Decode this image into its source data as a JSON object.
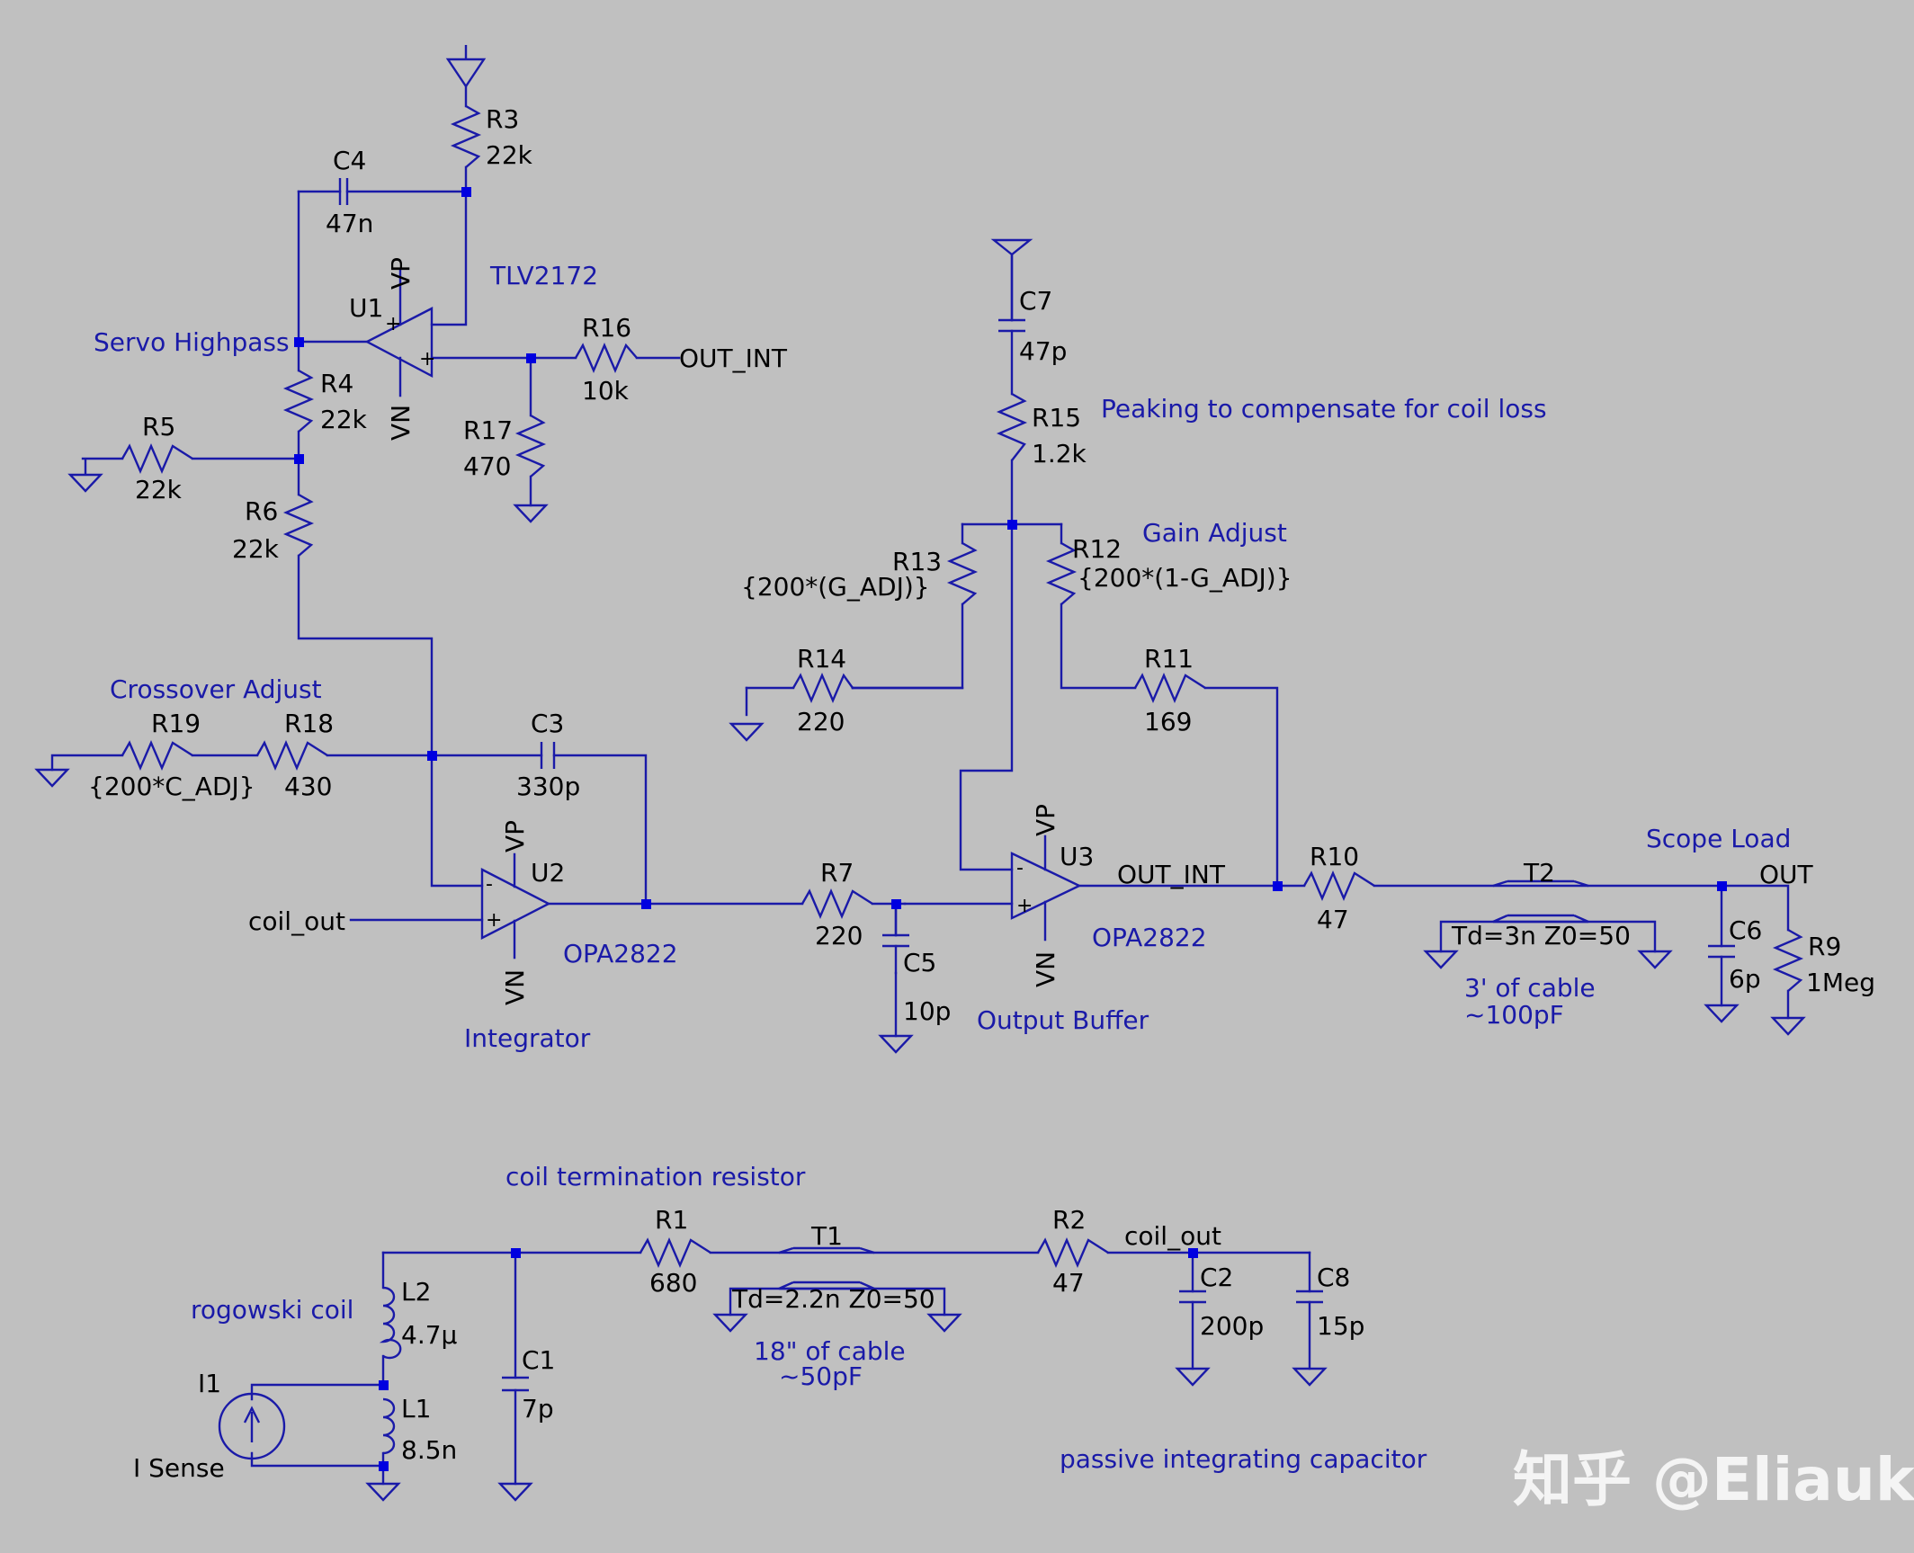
{
  "components": [
    {
      "ref": "R3",
      "value": "22k"
    },
    {
      "ref": "C4",
      "value": "47n"
    },
    {
      "ref": "U1",
      "value": "TLV2172"
    },
    {
      "ref": "R16",
      "value": "10k"
    },
    {
      "ref": "R17",
      "value": "470"
    },
    {
      "ref": "R4",
      "value": "22k"
    },
    {
      "ref": "R5",
      "value": "22k"
    },
    {
      "ref": "R6",
      "value": "22k"
    },
    {
      "ref": "R19",
      "value": "{200*C_ADJ}"
    },
    {
      "ref": "R18",
      "value": "430"
    },
    {
      "ref": "C3",
      "value": "330p"
    },
    {
      "ref": "U2",
      "value": "OPA2822"
    },
    {
      "ref": "R7",
      "value": "220"
    },
    {
      "ref": "C5",
      "value": "10p"
    },
    {
      "ref": "C7",
      "value": "47p"
    },
    {
      "ref": "R15",
      "value": "1.2k"
    },
    {
      "ref": "R13",
      "value": "{200*(G_ADJ)}"
    },
    {
      "ref": "R12",
      "value": "{200*(1-G_ADJ)}"
    },
    {
      "ref": "R14",
      "value": "220"
    },
    {
      "ref": "R11",
      "value": "169"
    },
    {
      "ref": "U3",
      "value": "OPA2822"
    },
    {
      "ref": "R10",
      "value": "47"
    },
    {
      "ref": "T2",
      "value": "Td=3n Z0=50"
    },
    {
      "ref": "C6",
      "value": "6p"
    },
    {
      "ref": "R9",
      "value": "1Meg"
    },
    {
      "ref": "R1",
      "value": "680"
    },
    {
      "ref": "T1",
      "value": "Td=2.2n Z0=50"
    },
    {
      "ref": "R2",
      "value": "47"
    },
    {
      "ref": "C2",
      "value": "200p"
    },
    {
      "ref": "C8",
      "value": "15p"
    },
    {
      "ref": "C1",
      "value": "7p"
    },
    {
      "ref": "L2",
      "value": "4.7µ"
    },
    {
      "ref": "L1",
      "value": "8.5n"
    },
    {
      "ref": "I1",
      "value": "I Sense"
    }
  ],
  "net_labels": [
    "OUT_INT",
    "OUT_INT",
    "coil_out",
    "coil_out",
    "OUT"
  ],
  "pin_labels": {
    "vp": "VP",
    "vn": "VN",
    "plus": "+",
    "minus": "-"
  },
  "comments": [
    "Servo Highpass",
    "Crossover Adjust",
    "Integrator",
    "Peaking to compensate for coil loss",
    "Gain Adjust",
    "Output Buffer",
    "Scope Load",
    "3' of cable",
    "~100pF",
    "coil termination resistor",
    "rogowski coil",
    "18\" of cable",
    "~50pF",
    "passive integrating capacitor"
  ],
  "watermark": "知乎 @Eliauk"
}
